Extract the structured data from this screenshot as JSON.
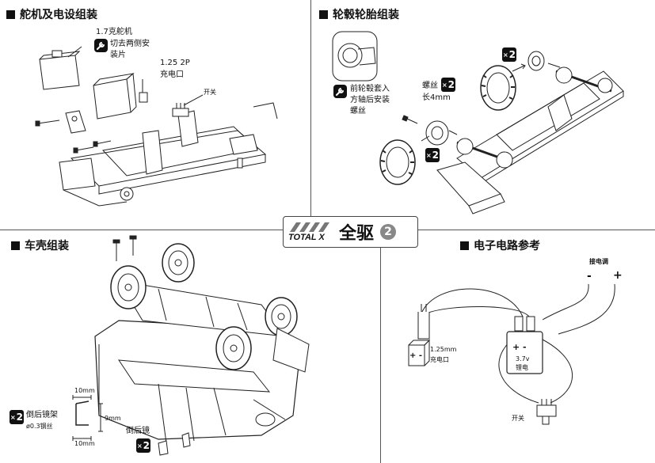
{
  "sections": {
    "servo": {
      "title": "舵机及电设组装",
      "servo_label_1": "1.7克舵机",
      "servo_label_2": "切去两侧安",
      "servo_label_3": "装片",
      "port_label_1": "1.25 2P",
      "port_label_2": "充电口",
      "switch_label": "开关"
    },
    "wheels": {
      "title": "轮毂轮胎组装",
      "qty_upper": "2",
      "qty_lower": "2",
      "qty_screw": "2",
      "screw_label_1": "螺丝",
      "screw_label_2": "长4mm",
      "hub_note_1": "前轮毂套入",
      "hub_note_2": "方轴后安装",
      "hub_note_3": "螺丝"
    },
    "body": {
      "title": "车壳组装",
      "mirror_qty": "2",
      "mirror_label": "倒后镜",
      "bracket_qty": "2",
      "bracket_label": "倒后镜架",
      "bracket_wire": "ø0.3钢丝",
      "dim_top": "10mm",
      "dim_side": "9mm",
      "dim_bottom": "10mm"
    },
    "circuit": {
      "title": "电子电路参考",
      "esc_label": "接电调",
      "esc_minus": "-",
      "esc_plus": "+",
      "port_label_1": "1.25mm",
      "port_label_2": "充电口",
      "port_pins": "+ -",
      "battery_pins": "+  -",
      "battery_label_1": "3.7v",
      "battery_label_2": "锂电",
      "switch_label": "开关"
    }
  },
  "logo": {
    "brand": "TOTAL X",
    "name": "全驱",
    "number": "2"
  }
}
